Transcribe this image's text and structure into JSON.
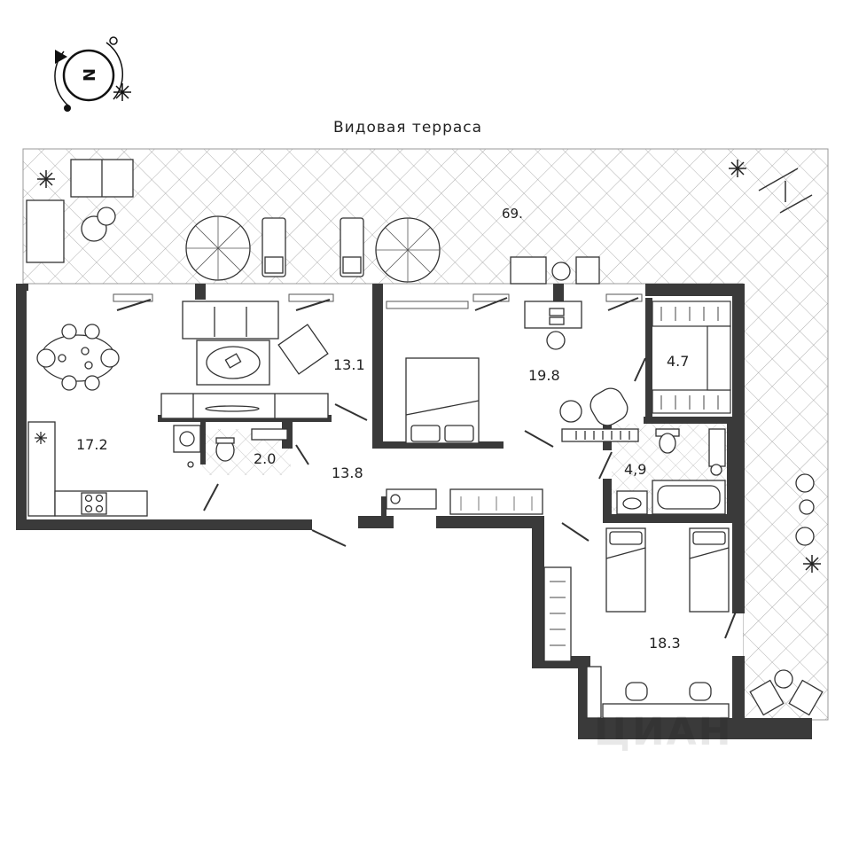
{
  "plan": {
    "terrace_title": "Видовая терраса",
    "terrace_area": "69.",
    "rooms": [
      {
        "name": "kitchen-dining",
        "area": "17.2"
      },
      {
        "name": "living",
        "area": "13.1"
      },
      {
        "name": "bathroom-small",
        "area": "2.0"
      },
      {
        "name": "hall",
        "area": "13.8"
      },
      {
        "name": "bedroom-1",
        "area": "19.8"
      },
      {
        "name": "dressing",
        "area": "4.7"
      },
      {
        "name": "bathroom",
        "area": "4,9"
      },
      {
        "name": "bedroom-2",
        "area": "18.3"
      }
    ],
    "watermark": "ЦИАН",
    "compass": {
      "icon": "compass-icon",
      "letter": "N"
    }
  }
}
